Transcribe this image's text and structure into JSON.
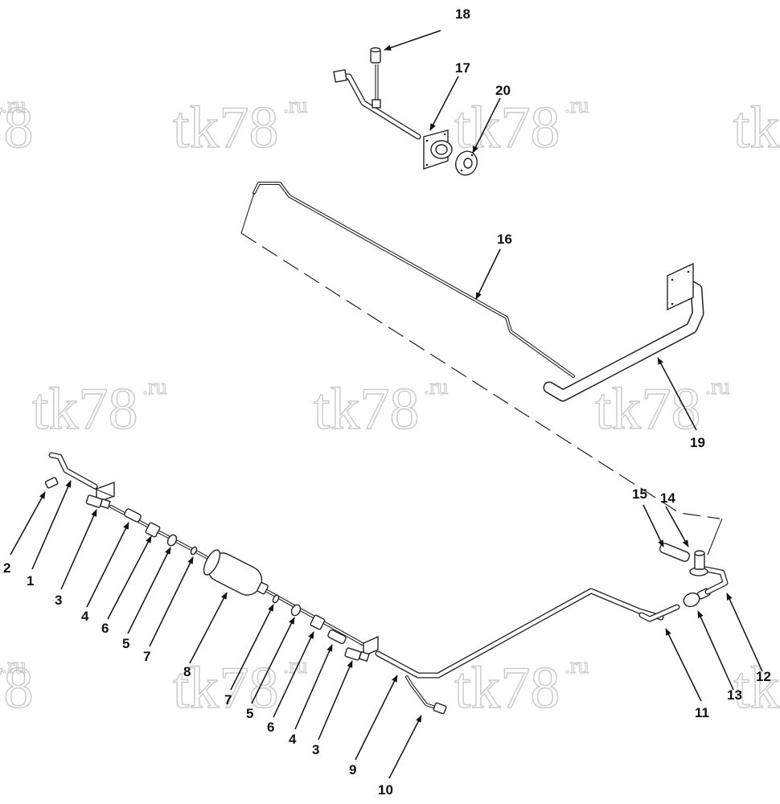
{
  "watermark": {
    "main": "tk78",
    "sup": ".ru"
  },
  "callouts": [
    {
      "id": "c1",
      "text": "1"
    },
    {
      "id": "c2",
      "text": "2"
    },
    {
      "id": "c3a",
      "text": "3"
    },
    {
      "id": "c3b",
      "text": "3"
    },
    {
      "id": "c4a",
      "text": "4"
    },
    {
      "id": "c4b",
      "text": "4"
    },
    {
      "id": "c5a",
      "text": "5"
    },
    {
      "id": "c5b",
      "text": "5"
    },
    {
      "id": "c6a",
      "text": "6"
    },
    {
      "id": "c6b",
      "text": "6"
    },
    {
      "id": "c7a",
      "text": "7"
    },
    {
      "id": "c7b",
      "text": "7"
    },
    {
      "id": "c8",
      "text": "8"
    },
    {
      "id": "c9",
      "text": "9"
    },
    {
      "id": "c10",
      "text": "10"
    },
    {
      "id": "c11",
      "text": "11"
    },
    {
      "id": "c12",
      "text": "12"
    },
    {
      "id": "c13",
      "text": "13"
    },
    {
      "id": "c14",
      "text": "14"
    },
    {
      "id": "c15",
      "text": "15"
    },
    {
      "id": "c16",
      "text": "16"
    },
    {
      "id": "c17",
      "text": "17"
    },
    {
      "id": "c18",
      "text": "18"
    },
    {
      "id": "c19",
      "text": "19"
    },
    {
      "id": "c20",
      "text": "20"
    }
  ]
}
